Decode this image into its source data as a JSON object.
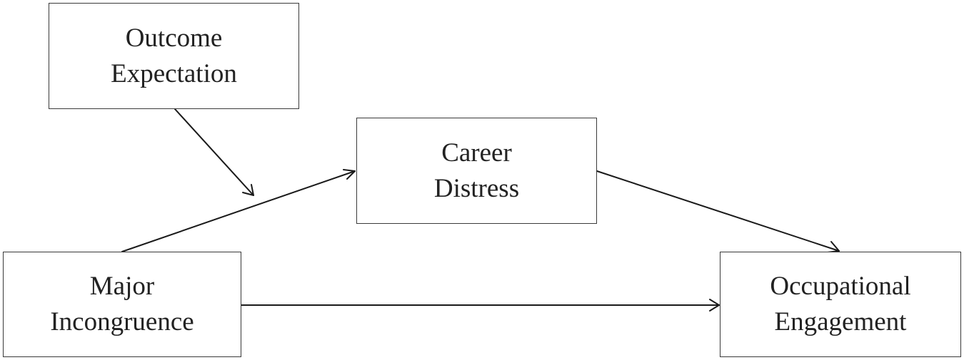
{
  "nodes": {
    "outcome_expectation": {
      "line1": "Outcome",
      "line2": "Expectation"
    },
    "career_distress": {
      "line1": "Career",
      "line2": "Distress"
    },
    "major_incongruence": {
      "line1": "Major",
      "line2": "Incongruence"
    },
    "occupational_engagement": {
      "line1": "Occupational",
      "line2": "Engagement"
    }
  },
  "edges": [
    {
      "from": "major_incongruence",
      "to": "career_distress"
    },
    {
      "from": "career_distress",
      "to": "occupational_engagement"
    },
    {
      "from": "major_incongruence",
      "to": "occupational_engagement"
    },
    {
      "from": "outcome_expectation",
      "to": "major_incongruence->career_distress"
    }
  ],
  "colors": {
    "line": "#1a1a1a",
    "box_border": "#3a3a3a",
    "text": "#222222"
  }
}
